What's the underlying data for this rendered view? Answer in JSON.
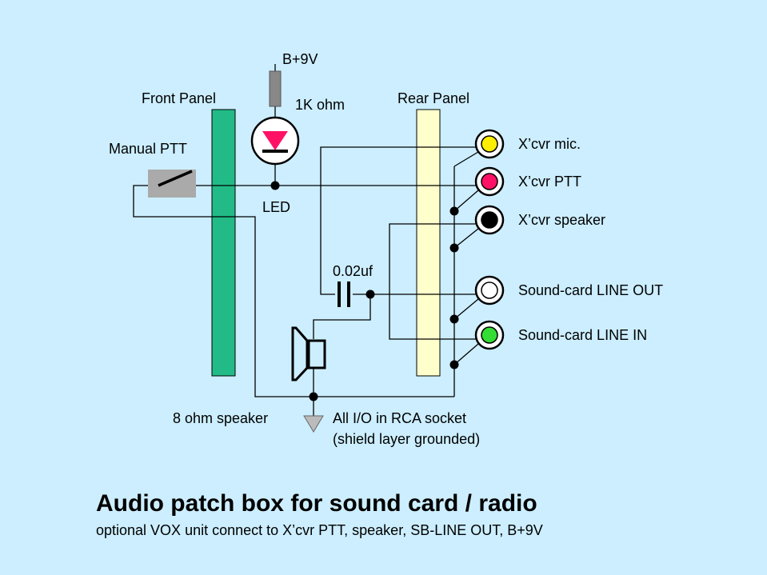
{
  "labels": {
    "supply": "B+9V",
    "resistor": "1K ohm",
    "front_panel": "Front Panel",
    "rear_panel": "Rear Panel",
    "manual_ptt": "Manual PTT",
    "led": "LED",
    "capacitor": "0.02uf",
    "speaker": "8 ohm speaker",
    "io_note_1": "All I/O in RCA socket",
    "io_note_2": "(shield layer grounded)"
  },
  "jacks": [
    {
      "label": "X’cvr mic.",
      "color": "#ffee00"
    },
    {
      "label": "X’cvr PTT",
      "color": "#ff1166"
    },
    {
      "label": "X’cvr speaker",
      "color": "#000000"
    },
    {
      "label": "Sound-card LINE OUT",
      "color": "#ffffff"
    },
    {
      "label": "Sound-card LINE IN",
      "color": "#33dd33"
    }
  ],
  "colors": {
    "background": "#cceeff",
    "front_panel": "#22bb88",
    "rear_panel": "#ffffcc",
    "led": "#ff1166",
    "resistor": "#888888",
    "switch": "#aaaaaa",
    "ground": "#bbbbbb"
  },
  "title": "Audio patch box for sound card / radio",
  "subtitle": "optional VOX unit connect to X’cvr PTT, speaker, SB-LINE OUT, B+9V"
}
